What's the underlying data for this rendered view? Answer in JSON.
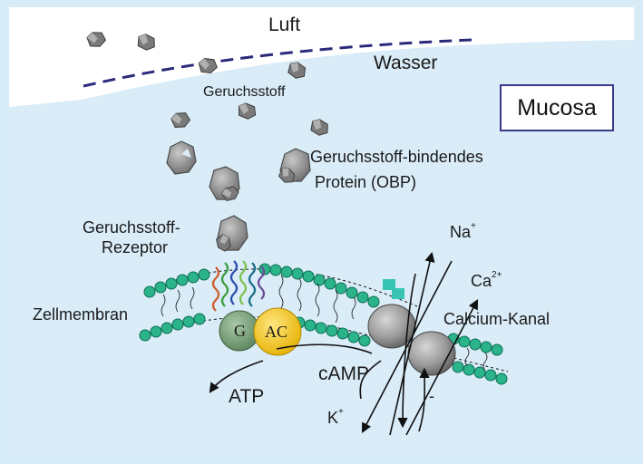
{
  "labels": {
    "air": "Luft",
    "water": "Wasser",
    "mucosa": "Mucosa",
    "odorant": "Geruchsstoff",
    "obp_line1": "Geruchsstoff-bindendes",
    "obp_line2": "Protein (OBP)",
    "receptor_line1": "Geruchsstoff-",
    "receptor_line2": "Rezeptor",
    "membrane": "Zellmembran",
    "g_protein": "G",
    "adenylate_cyclase": "AC",
    "atp": "ATP",
    "camp": "cAMP",
    "na": "Na",
    "na_charge": "+",
    "ca": "Ca",
    "ca_charge": "2+",
    "k": "K",
    "k_charge": "+",
    "channel": "Calcium-Kanal",
    "minus": "-"
  },
  "colors": {
    "background": "#d9ecf8",
    "water_line": "#2a2a7a",
    "membrane_bead": "#2bb38a",
    "g_protein": "#6f9a6f",
    "ac": "#f3c41e",
    "channel": "#9a9a9a",
    "ligand": "#38c4b4",
    "molecule": "#8a8a8a"
  },
  "icons": [
    "odorant-molecule-icon",
    "obp-protein-icon",
    "receptor-helix-icon",
    "ion-channel-icon"
  ]
}
